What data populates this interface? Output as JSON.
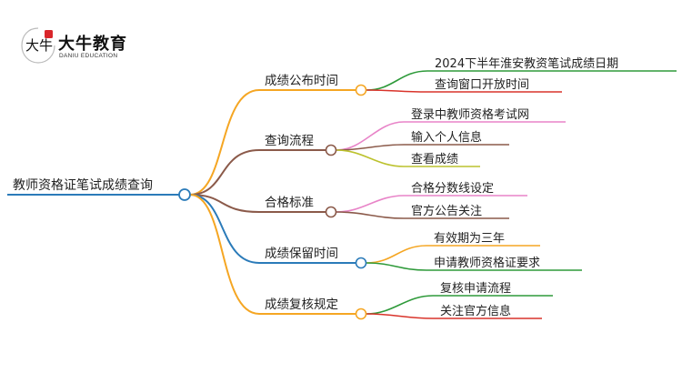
{
  "logo": {
    "title": "大牛教育",
    "subtitle": "DANIU EDUCATION",
    "mark_text": "大牛",
    "accent_color": "#d9262b"
  },
  "mindmap": {
    "root": {
      "label": "教师资格证笔试成绩查询",
      "color": "#2b7bb9"
    },
    "branches": [
      {
        "label": "成绩公布时间",
        "color": "#f5a623",
        "children": [
          {
            "label": "2024下半年淮安教资笔试成绩日期",
            "color": "#2e9a3a"
          },
          {
            "label": "查询窗口开放时间",
            "color": "#d9342b"
          }
        ]
      },
      {
        "label": "查询流程",
        "color": "#8b5a4a",
        "children": [
          {
            "label": "登录中教师资格考试网",
            "color": "#e884c8"
          },
          {
            "label": "输入个人信息",
            "color": "#8b5a4a"
          },
          {
            "label": "查看成绩",
            "color": "#bcc22e"
          }
        ]
      },
      {
        "label": "合格标准",
        "color": "#8b5a4a",
        "children": [
          {
            "label": "合格分数线设定",
            "color": "#e884c8"
          },
          {
            "label": "官方公告关注",
            "color": "#8b5a4a"
          }
        ]
      },
      {
        "label": "成绩保留时间",
        "color": "#2b7bb9",
        "children": [
          {
            "label": "有效期为三年",
            "color": "#f5a623"
          },
          {
            "label": "申请教师资格证要求",
            "color": "#2e9a3a"
          }
        ]
      },
      {
        "label": "成绩复核规定",
        "color": "#f5a623",
        "children": [
          {
            "label": "复核申请流程",
            "color": "#2e9a3a"
          },
          {
            "label": "关注官方信息",
            "color": "#d9342b"
          }
        ]
      }
    ]
  }
}
